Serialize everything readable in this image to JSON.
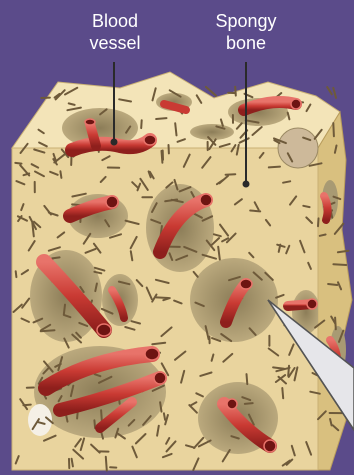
{
  "labels": {
    "blood_vessel": {
      "line1": "Blood",
      "line2": "vessel"
    },
    "spongy_bone": {
      "line1": "Spongy",
      "line2": "bone"
    }
  },
  "colors": {
    "background": "#5b4b8a",
    "bone_top": "#f3e4b8",
    "bone_front": "#e9d49e",
    "bone_side": "#d9c07f",
    "cavity": "#a89a73",
    "cavity_dark": "#7d6f4f",
    "vessel": "#c93a33",
    "vessel_dark": "#8e1f1c",
    "vessel_light": "#e8736a",
    "leader": "#2a2a2a"
  },
  "icons": [
    "blood-vessel-icon",
    "spongy-bone-block-icon",
    "magnifier-pointer-icon"
  ]
}
